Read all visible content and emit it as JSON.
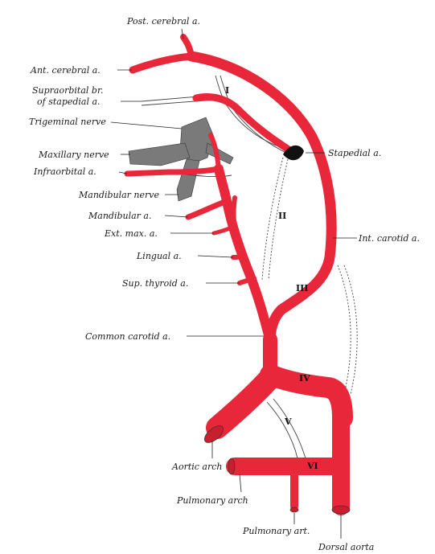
{
  "colors": {
    "artery": "#e8283a",
    "artery_dark": "#c81e2e",
    "nerve": "#7a7a7a",
    "vestigial": "#444444",
    "label": "#1a1a1a"
  },
  "labels": {
    "post_cerebral": "Post. cerebral a.",
    "ant_cerebral": "Ant. cerebral a.",
    "supraorbital_1": "Supraorbital br.",
    "supraorbital_2": "of stapedial a.",
    "trigeminal": "Trigeminal nerve",
    "maxillary_nerve": "Maxillary nerve",
    "infraorbital": "Infraorbital a.",
    "mandibular_nerve": "Mandibular nerve",
    "mandibular_a": "Mandibular a.",
    "ext_max": "Ext. max. a.",
    "lingual": "Lingual a.",
    "sup_thyroid": "Sup. thyroid a.",
    "common_carotid": "Common carotid a.",
    "stapedial": "Stapedial a.",
    "int_carotid": "Int. carotid a.",
    "aortic_arch": "Aortic arch",
    "pulmonary_arch": "Pulmonary arch",
    "pulmonary_art": "Pulmonary art.",
    "dorsal_aorta": "Dorsal aorta"
  },
  "arch_numerals": {
    "i": "I",
    "ii": "II",
    "iii": "III",
    "iv": "IV",
    "v": "V",
    "vi": "VI"
  }
}
